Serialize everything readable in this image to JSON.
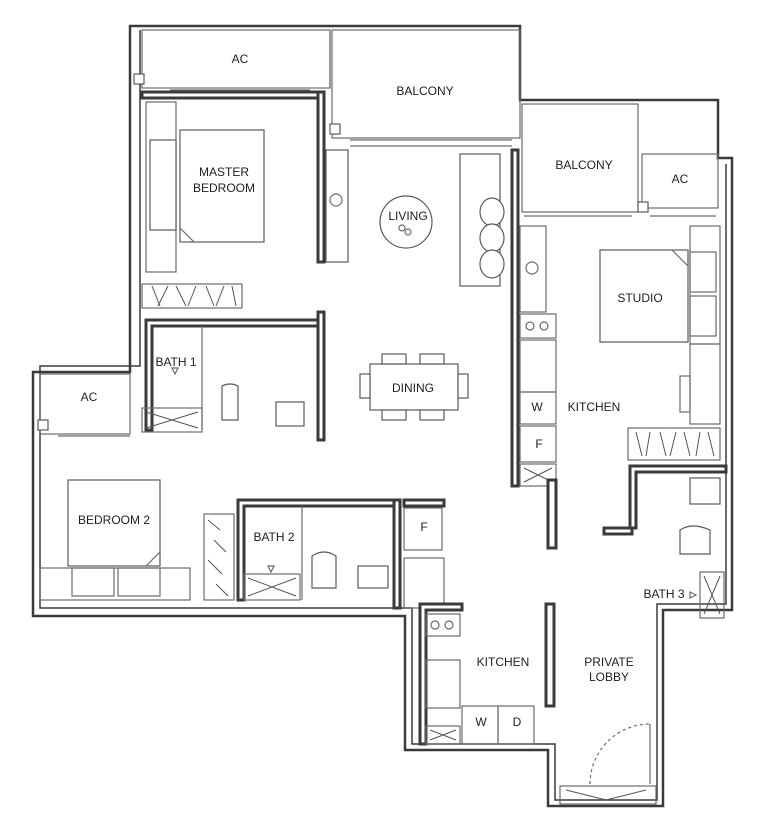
{
  "rooms": {
    "ac_top": "AC",
    "balcony_top": "BALCONY",
    "master_bedroom_line1": "MASTER",
    "master_bedroom_line2": "BEDROOM",
    "living": "LIVING",
    "balcony_right": "BALCONY",
    "ac_right": "AC",
    "studio": "STUDIO",
    "bath_1": "BATH 1",
    "dining": "DINING",
    "ac_left": "AC",
    "kitchen_right": "KITCHEN",
    "w_right": "W",
    "f_right": "F",
    "bedroom_2": "BEDROOM 2",
    "bath_2": "BATH 2",
    "f_middle": "F",
    "bath_3": "BATH 3",
    "kitchen_bottom": "KITCHEN",
    "w_bottom": "W",
    "d_bottom": "D",
    "private_lobby_line1": "PRIVATE",
    "private_lobby_line2": "LOBBY"
  },
  "colors": {
    "wall": "#3a3a3a",
    "fixture": "#5a5a5a",
    "background": "#ffffff"
  }
}
